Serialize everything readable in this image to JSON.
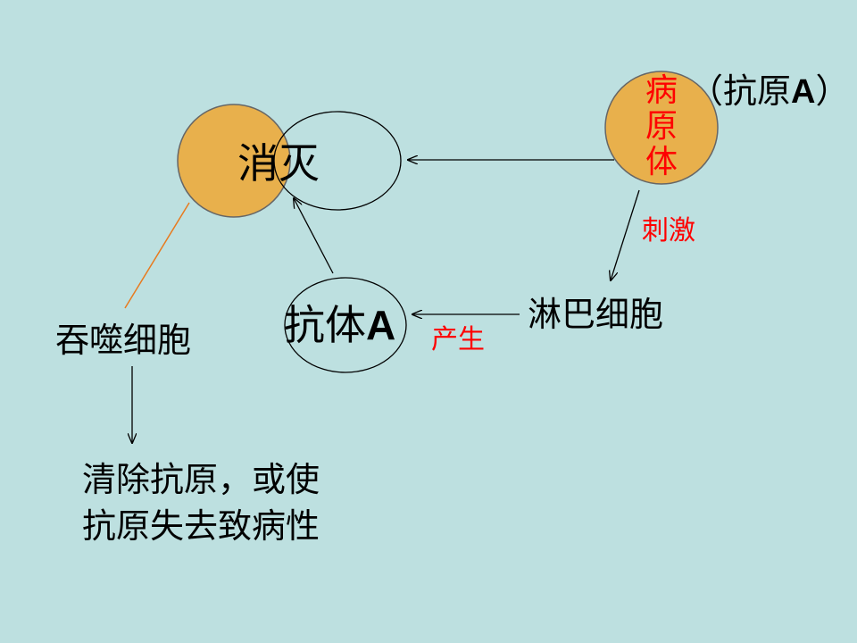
{
  "colors": {
    "background": "#bde0e0",
    "cell_fill": "#e8b04c",
    "cell_stroke": "#666666",
    "red_text": "#ff0000",
    "phagocyte_link": "#e87a1e",
    "line": "#000000"
  },
  "nodes": {
    "eliminate": "消灭",
    "pathogen": "病原体",
    "antigen_note_prefix": "（抗原",
    "antigen_note_letter": "A",
    "antigen_note_suffix": "）",
    "stimulate": "刺激",
    "lymphocyte": "淋巴细胞",
    "antibody_prefix": "抗体",
    "antibody_letter": "A",
    "produce": "产生",
    "phagocyte": "吞噬细胞",
    "result_line1": "清除抗原，或使",
    "result_line2": "抗原失去致病性"
  }
}
